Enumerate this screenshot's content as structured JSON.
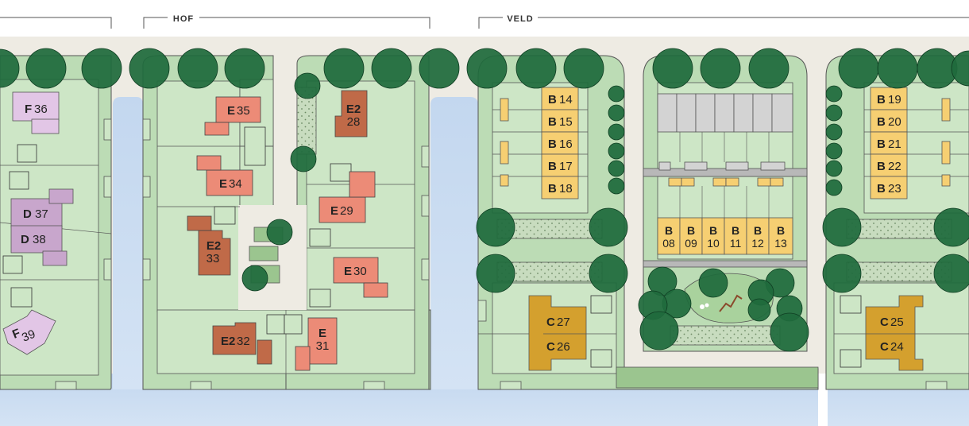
{
  "zones": [
    {
      "id": "hof",
      "label": "HOF"
    },
    {
      "id": "veld",
      "label": "VELD"
    }
  ],
  "colors": {
    "water": "#c9dbf0",
    "ground": "#eeebe3",
    "lawn": "#bcdcb5",
    "plot": "#cde6c6",
    "plot_line": "#555555",
    "tree": "#1f6b3c",
    "type_F": "#e2c6e6",
    "type_D": "#c8a6cc",
    "type_E": "#ec8b77",
    "type_E2": "#c06a48",
    "type_B": "#f6cf72",
    "type_C": "#d4a02e",
    "carport": "#d3d3d3"
  },
  "lots": [
    {
      "type": "F",
      "num": "36"
    },
    {
      "type": "D",
      "num": "37"
    },
    {
      "type": "D",
      "num": "38"
    },
    {
      "type": "F",
      "num": "39"
    },
    {
      "type": "E",
      "num": "35"
    },
    {
      "type": "E",
      "num": "34"
    },
    {
      "type": "E2",
      "num": "33"
    },
    {
      "type": "E2",
      "num": "32"
    },
    {
      "type": "E2",
      "num": "28"
    },
    {
      "type": "E",
      "num": "29"
    },
    {
      "type": "E",
      "num": "30"
    },
    {
      "type": "E",
      "num": "31"
    },
    {
      "type": "B",
      "num": "14"
    },
    {
      "type": "B",
      "num": "15"
    },
    {
      "type": "B",
      "num": "16"
    },
    {
      "type": "B",
      "num": "17"
    },
    {
      "type": "B",
      "num": "18"
    },
    {
      "type": "B",
      "num": "08"
    },
    {
      "type": "B",
      "num": "09"
    },
    {
      "type": "B",
      "num": "10"
    },
    {
      "type": "B",
      "num": "11"
    },
    {
      "type": "B",
      "num": "12"
    },
    {
      "type": "B",
      "num": "13"
    },
    {
      "type": "C",
      "num": "27"
    },
    {
      "type": "C",
      "num": "26"
    },
    {
      "type": "B",
      "num": "19"
    },
    {
      "type": "B",
      "num": "20"
    },
    {
      "type": "B",
      "num": "21"
    },
    {
      "type": "B",
      "num": "22"
    },
    {
      "type": "B",
      "num": "23"
    },
    {
      "type": "C",
      "num": "25"
    },
    {
      "type": "C",
      "num": "24"
    }
  ]
}
